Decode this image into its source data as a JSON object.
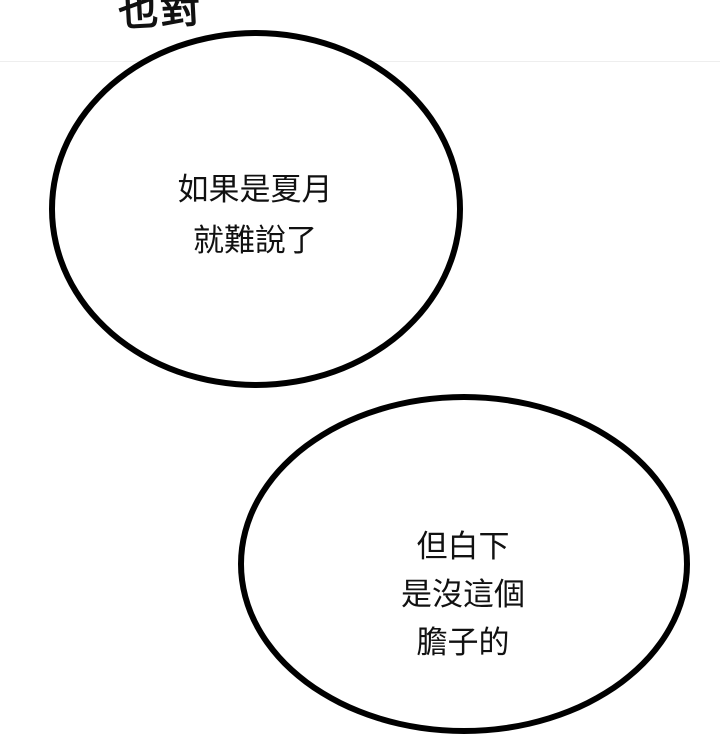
{
  "caption_top": "也對",
  "bubble_1": {
    "lines": [
      "如果是夏月",
      "就難說了"
    ]
  },
  "bubble_2": {
    "lines": [
      "但白下",
      "是沒這個",
      "膽子的"
    ]
  }
}
